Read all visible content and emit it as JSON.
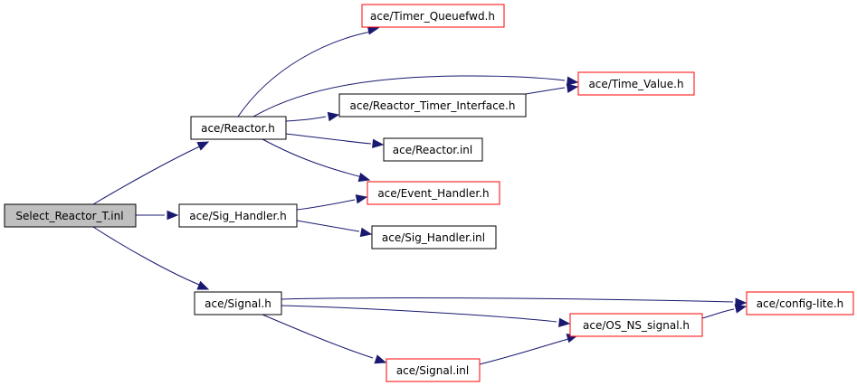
{
  "colors": {
    "edge": "#191970",
    "root_fill": "#bfbfbf",
    "border_black": "#000000",
    "border_red": "#ff0000",
    "node_fill": "#ffffff"
  },
  "nodes": {
    "select_reactor_t": {
      "label": "Select_Reactor_T.inl",
      "border": "black",
      "highlighted": true
    },
    "reactor_h": {
      "label": "ace/Reactor.h",
      "border": "black"
    },
    "sig_handler_h": {
      "label": "ace/Sig_Handler.h",
      "border": "black"
    },
    "signal_h": {
      "label": "ace/Signal.h",
      "border": "black"
    },
    "timer_queuefwd_h": {
      "label": "ace/Timer_Queuefwd.h",
      "border": "red"
    },
    "time_value_h": {
      "label": "ace/Time_Value.h",
      "border": "red"
    },
    "reactor_timer_interface_h": {
      "label": "ace/Reactor_Timer_Interface.h",
      "border": "black"
    },
    "reactor_inl": {
      "label": "ace/Reactor.inl",
      "border": "black"
    },
    "event_handler_h": {
      "label": "ace/Event_Handler.h",
      "border": "red"
    },
    "sig_handler_inl": {
      "label": "ace/Sig_Handler.inl",
      "border": "black"
    },
    "config_lite_h": {
      "label": "ace/config-lite.h",
      "border": "red"
    },
    "os_ns_signal_h": {
      "label": "ace/OS_NS_signal.h",
      "border": "red"
    },
    "signal_inl": {
      "label": "ace/Signal.inl",
      "border": "red"
    }
  },
  "edges": [
    {
      "from": "select_reactor_t",
      "to": "reactor_h"
    },
    {
      "from": "select_reactor_t",
      "to": "sig_handler_h"
    },
    {
      "from": "select_reactor_t",
      "to": "signal_h"
    },
    {
      "from": "reactor_h",
      "to": "timer_queuefwd_h"
    },
    {
      "from": "reactor_h",
      "to": "time_value_h"
    },
    {
      "from": "reactor_h",
      "to": "reactor_timer_interface_h"
    },
    {
      "from": "reactor_h",
      "to": "reactor_inl"
    },
    {
      "from": "reactor_h",
      "to": "event_handler_h"
    },
    {
      "from": "reactor_timer_interface_h",
      "to": "time_value_h"
    },
    {
      "from": "sig_handler_h",
      "to": "event_handler_h"
    },
    {
      "from": "sig_handler_h",
      "to": "sig_handler_inl"
    },
    {
      "from": "signal_h",
      "to": "config_lite_h"
    },
    {
      "from": "signal_h",
      "to": "os_ns_signal_h"
    },
    {
      "from": "signal_h",
      "to": "signal_inl"
    },
    {
      "from": "os_ns_signal_h",
      "to": "config_lite_h"
    },
    {
      "from": "signal_inl",
      "to": "os_ns_signal_h"
    }
  ]
}
